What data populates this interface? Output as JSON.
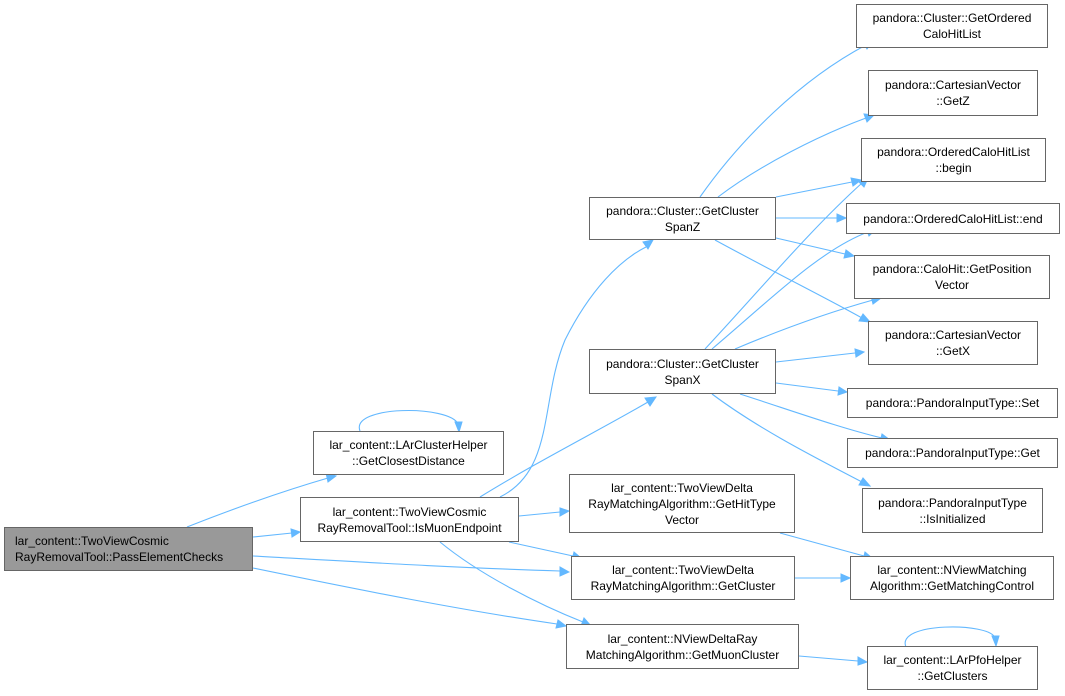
{
  "nodes": [
    {
      "id": "root",
      "lines": [
        "lar_content::TwoViewCosmic",
        "RayRemovalTool::PassElementChecks"
      ],
      "root": true
    },
    {
      "id": "closest",
      "lines": [
        "lar_content::LArClusterHelper",
        "::GetClosestDistance"
      ]
    },
    {
      "id": "muonend",
      "lines": [
        "lar_content::TwoViewCosmic",
        "RayRemovalTool::IsMuonEndpoint"
      ]
    },
    {
      "id": "spanz",
      "lines": [
        "pandora::Cluster::GetCluster",
        "SpanZ"
      ]
    },
    {
      "id": "spanx",
      "lines": [
        "pandora::Cluster::GetCluster",
        "SpanX"
      ]
    },
    {
      "id": "hittype",
      "lines": [
        "lar_content::TwoViewDelta",
        "RayMatchingAlgorithm::GetHitType",
        "Vector"
      ]
    },
    {
      "id": "getcluster",
      "lines": [
        "lar_content::TwoViewDelta",
        "RayMatchingAlgorithm::GetCluster"
      ]
    },
    {
      "id": "muoncluster",
      "lines": [
        "lar_content::NViewDeltaRay",
        "MatchingAlgorithm::GetMuonCluster"
      ]
    },
    {
      "id": "orderedlist",
      "lines": [
        "pandora::Cluster::GetOrdered",
        "CaloHitList"
      ]
    },
    {
      "id": "getz",
      "lines": [
        "pandora::CartesianVector",
        "::GetZ"
      ]
    },
    {
      "id": "begin",
      "lines": [
        "pandora::OrderedCaloHitList",
        "::begin"
      ]
    },
    {
      "id": "end",
      "lines": [
        "pandora::OrderedCaloHitList::end"
      ]
    },
    {
      "id": "position",
      "lines": [
        "pandora::CaloHit::GetPosition",
        "Vector"
      ]
    },
    {
      "id": "getx",
      "lines": [
        "pandora::CartesianVector",
        "::GetX"
      ]
    },
    {
      "id": "set",
      "lines": [
        "pandora::PandoraInputType::Set"
      ]
    },
    {
      "id": "get",
      "lines": [
        "pandora::PandoraInputType::Get"
      ]
    },
    {
      "id": "isinit",
      "lines": [
        "pandora::PandoraInputType",
        "::IsInitialized"
      ]
    },
    {
      "id": "matchctrl",
      "lines": [
        "lar_content::NViewMatching",
        "Algorithm::GetMatchingControl"
      ]
    },
    {
      "id": "getclusters",
      "lines": [
        "lar_content::LArPfoHelper",
        "::GetClusters"
      ]
    }
  ]
}
